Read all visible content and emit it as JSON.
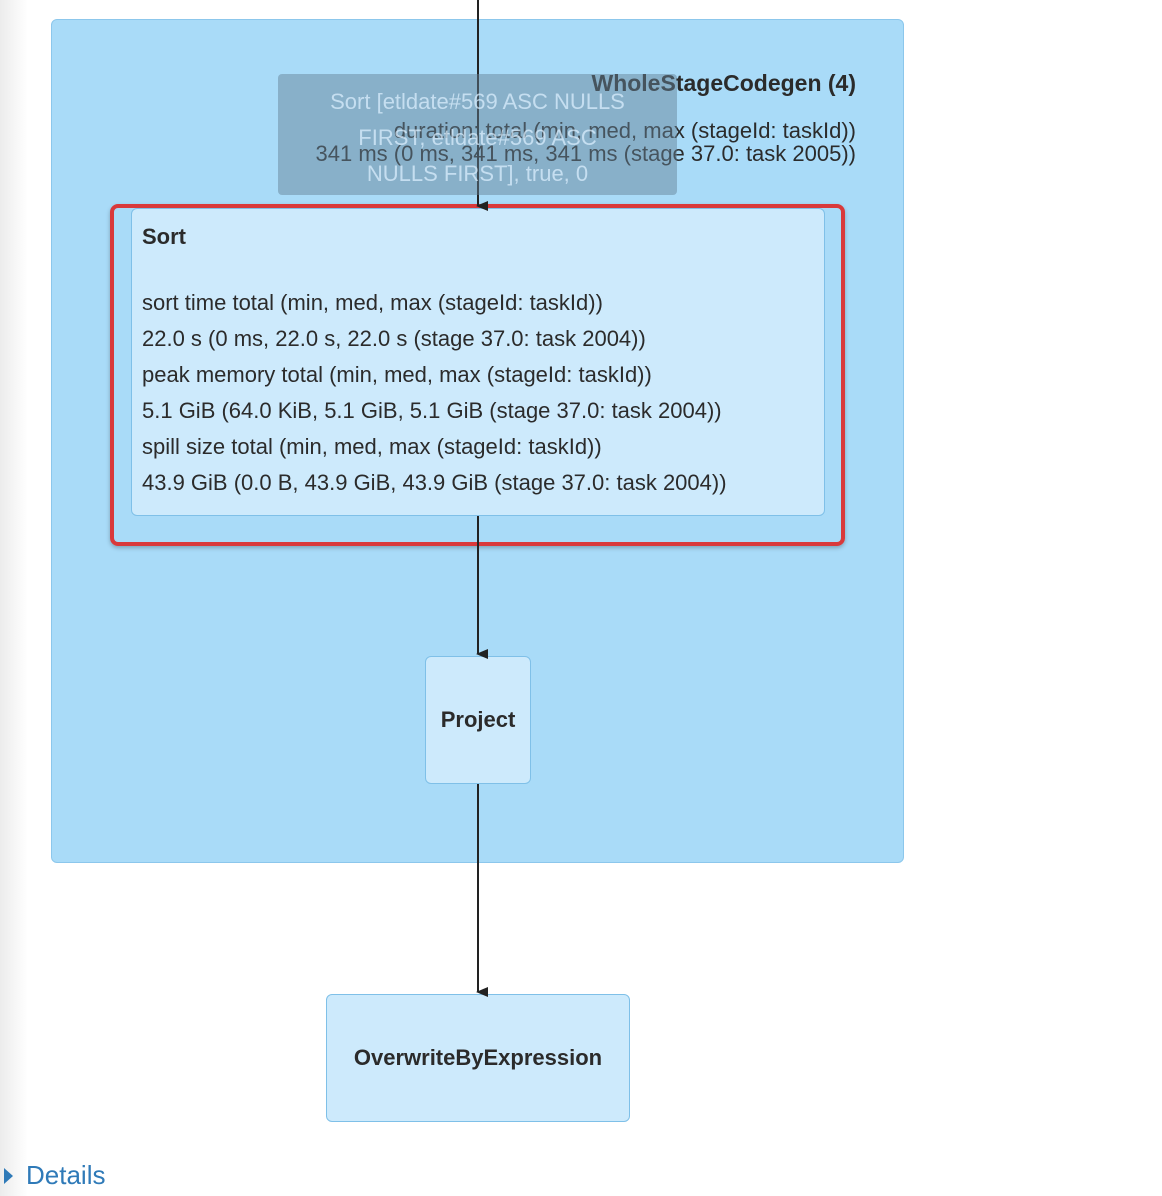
{
  "cluster": {
    "title": "WholeStageCodegen (4)",
    "metric_header": "duration: total (min, med, max (stageId: taskId))",
    "metric_value": "341 ms (0 ms, 341 ms, 341 ms (stage 37.0: task 2005))"
  },
  "tooltip": {
    "lines": [
      "Sort [etldate#569 ASC NULLS",
      "FIRST, etldate#569 ASC",
      "NULLS FIRST], true, 0"
    ]
  },
  "sort_node": {
    "title": "Sort",
    "metrics": [
      "sort time total (min, med, max (stageId: taskId))",
      "22.0 s (0 ms, 22.0 s, 22.0 s (stage 37.0: task 2004))",
      "peak memory total (min, med, max (stageId: taskId))",
      "5.1 GiB (64.0 KiB, 5.1 GiB, 5.1 GiB (stage 37.0: task 2004))",
      "spill size total (min, med, max (stageId: taskId))",
      "43.9 GiB (0.0 B, 43.9 GiB, 43.9 GiB (stage 37.0: task 2004))"
    ]
  },
  "project_node": {
    "title": "Project"
  },
  "overwrite_node": {
    "title": "OverwriteByExpression"
  },
  "details": {
    "label": "Details"
  },
  "colors": {
    "cluster_fill": "#a9dbf8",
    "node_fill": "#cdeafc",
    "highlight": "#d9393b",
    "link": "#2f7ab8"
  }
}
